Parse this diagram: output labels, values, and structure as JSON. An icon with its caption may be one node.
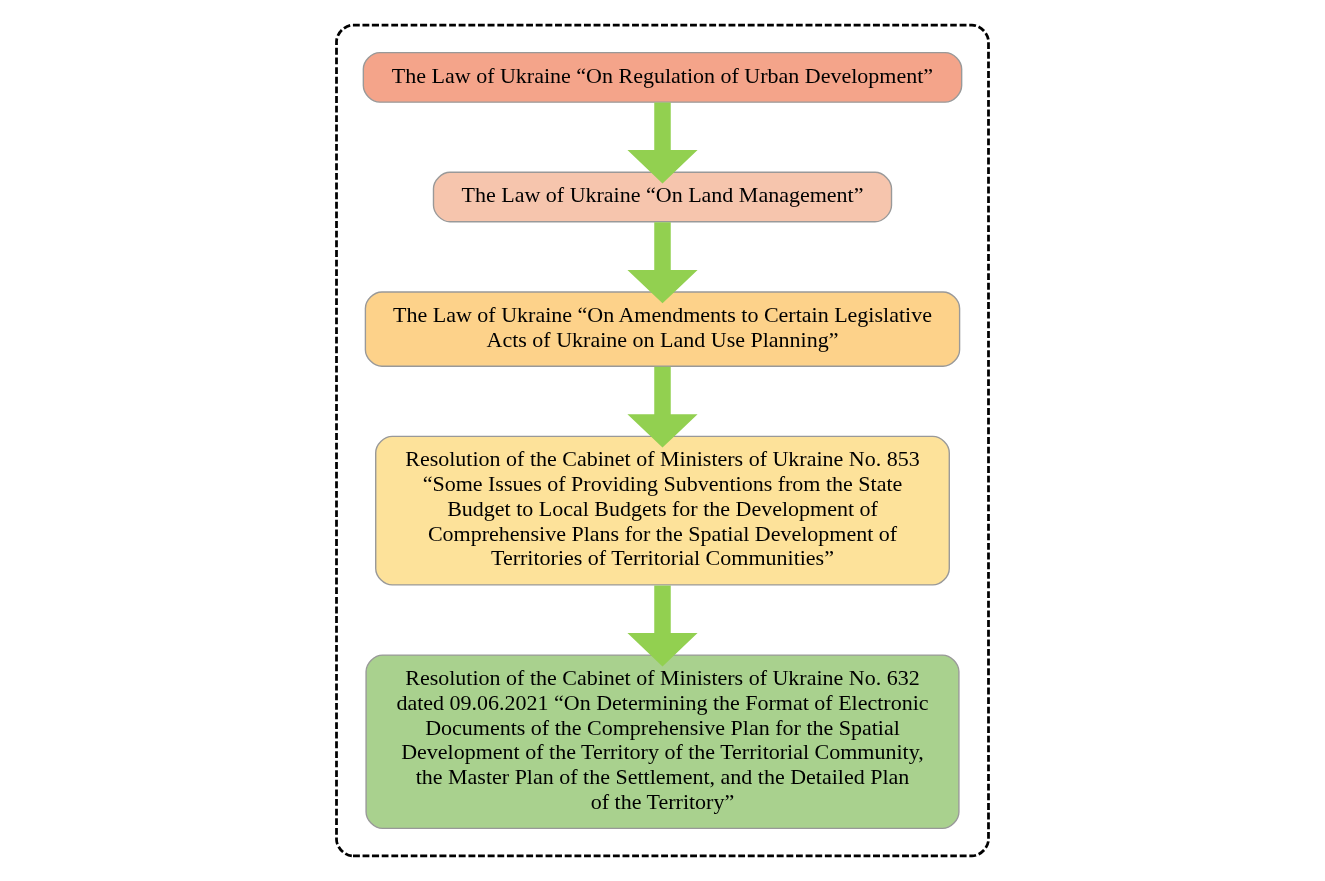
{
  "diagram": {
    "nodes": [
      {
        "text": [],
        "shape": "box"
      },
      {
        "text": [
          "The Law of Ukraine “On Regulation of Urban Development”"
        ],
        "in": 0
      },
      {
        "text": [
          "The Law of Ukraine “On Land Management”"
        ],
        "in": 0
      },
      {
        "text": [
          "The Law of Ukraine “On Amendments to Certain Legislative Acts of Ukraine on Land Use Planning”"
        ],
        "in": 0
      },
      {
        "text": [
          "Resolution of the Cabinet of Ministers of Ukraine No. 853 “Some Issues of Providing Subventions from the State Budget to Local Budgets for the Development of Comprehensive Plans for the Spatial Development of Territories of Territorial Communities”"
        ],
        "in": 0
      },
      {
        "text": [
          "Resolution of the Cabinet of Ministers of Ukraine No. 632 dated 09.06.2021 “On Determining the Format of Electronic Documents of the Comprehensive Plan for the Spatial Development of the Territory of the Territorial Community, the Master Plan of the Settlement, and the Detailed Plan of the Territory”"
        ],
        "in": 0
      }
    ],
    "edges": [
      {
        "from": 1,
        "to": 2,
        "arrow": "to"
      },
      {
        "from": 2,
        "to": 3,
        "arrow": "to"
      },
      {
        "from": 3,
        "to": 4,
        "arrow": "to"
      },
      {
        "from": 4,
        "to": 5,
        "arrow": "to"
      }
    ]
  }
}
